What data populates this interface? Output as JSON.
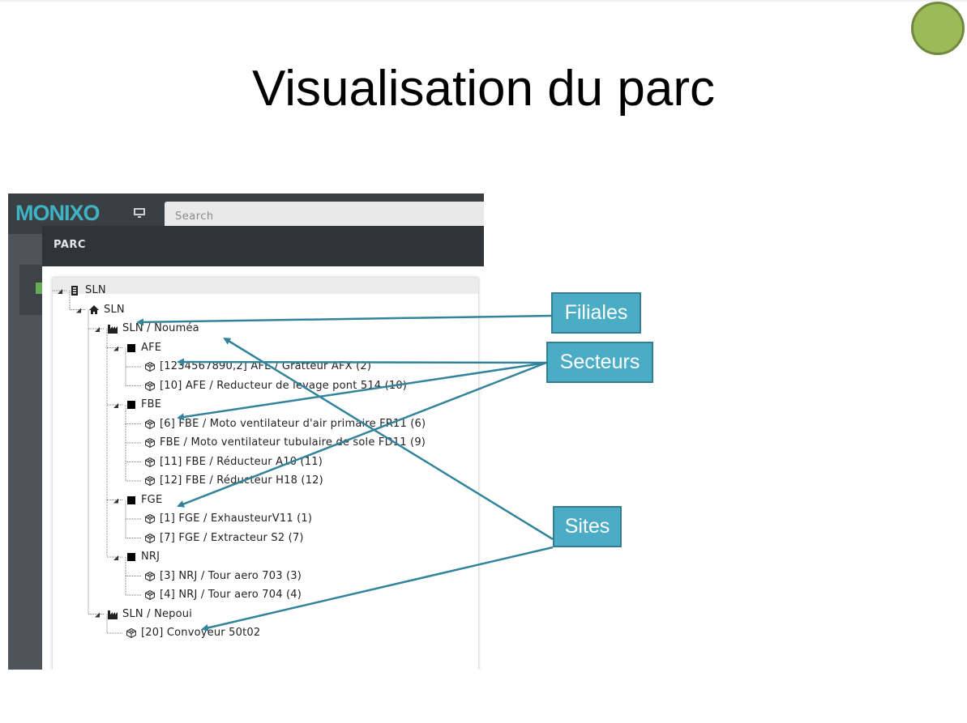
{
  "slide": {
    "title": "Visualisation du parc"
  },
  "app": {
    "logo": "MONIXO",
    "search_placeholder": "Search",
    "modal_title": "PARC"
  },
  "tree": [
    {
      "label": "SLN",
      "icon": "building-icon",
      "level": 0
    },
    {
      "label": "SLN",
      "icon": "home-icon",
      "level": 1
    },
    {
      "label": "SLN / Nouméa",
      "icon": "factory-icon",
      "level": 2
    },
    {
      "label": "AFE",
      "icon": "square-icon",
      "level": 3
    },
    {
      "label": "[1234567890,2] AFE / Gratteur AFX (2)",
      "icon": "cube-icon",
      "level": 4
    },
    {
      "label": "[10] AFE / Reducteur de levage pont 514 (10)",
      "icon": "cube-icon",
      "level": 4
    },
    {
      "label": "FBE",
      "icon": "square-icon",
      "level": 3
    },
    {
      "label": "[6] FBE / Moto ventilateur d'air primaire FR11 (6)",
      "icon": "cube-icon",
      "level": 4
    },
    {
      "label": "FBE / Moto ventilateur tubulaire de sole FD11 (9)",
      "icon": "cube-icon",
      "level": 4
    },
    {
      "label": "[11] FBE / Réducteur A10 (11)",
      "icon": "cube-icon",
      "level": 4
    },
    {
      "label": "[12] FBE / Réducteur H18 (12)",
      "icon": "cube-icon",
      "level": 4
    },
    {
      "label": "FGE",
      "icon": "square-icon",
      "level": 3
    },
    {
      "label": "[1] FGE / ExhausteurV11 (1)",
      "icon": "cube-icon",
      "level": 4
    },
    {
      "label": "[7] FGE / Extracteur S2 (7)",
      "icon": "cube-icon",
      "level": 4
    },
    {
      "label": "NRJ",
      "icon": "square-icon",
      "level": 3
    },
    {
      "label": "[3] NRJ / Tour aero 703 (3)",
      "icon": "cube-icon",
      "level": 4
    },
    {
      "label": "[4] NRJ / Tour aero 704 (4)",
      "icon": "cube-icon",
      "level": 4
    },
    {
      "label": "SLN / Nepoui",
      "icon": "factory-icon",
      "level": 2
    },
    {
      "label": "[20] Convoyeur 50t02",
      "icon": "cube-icon",
      "level": 3
    }
  ],
  "callouts": {
    "filiales": "Filiales",
    "secteurs": "Secteurs",
    "sites": "Sites"
  },
  "colors": {
    "callout_fill": "#4bacc6",
    "callout_border": "#357d91",
    "arrow": "#31849b",
    "logo": "#3fb3c3",
    "slide_dot": "#9bbb59"
  }
}
